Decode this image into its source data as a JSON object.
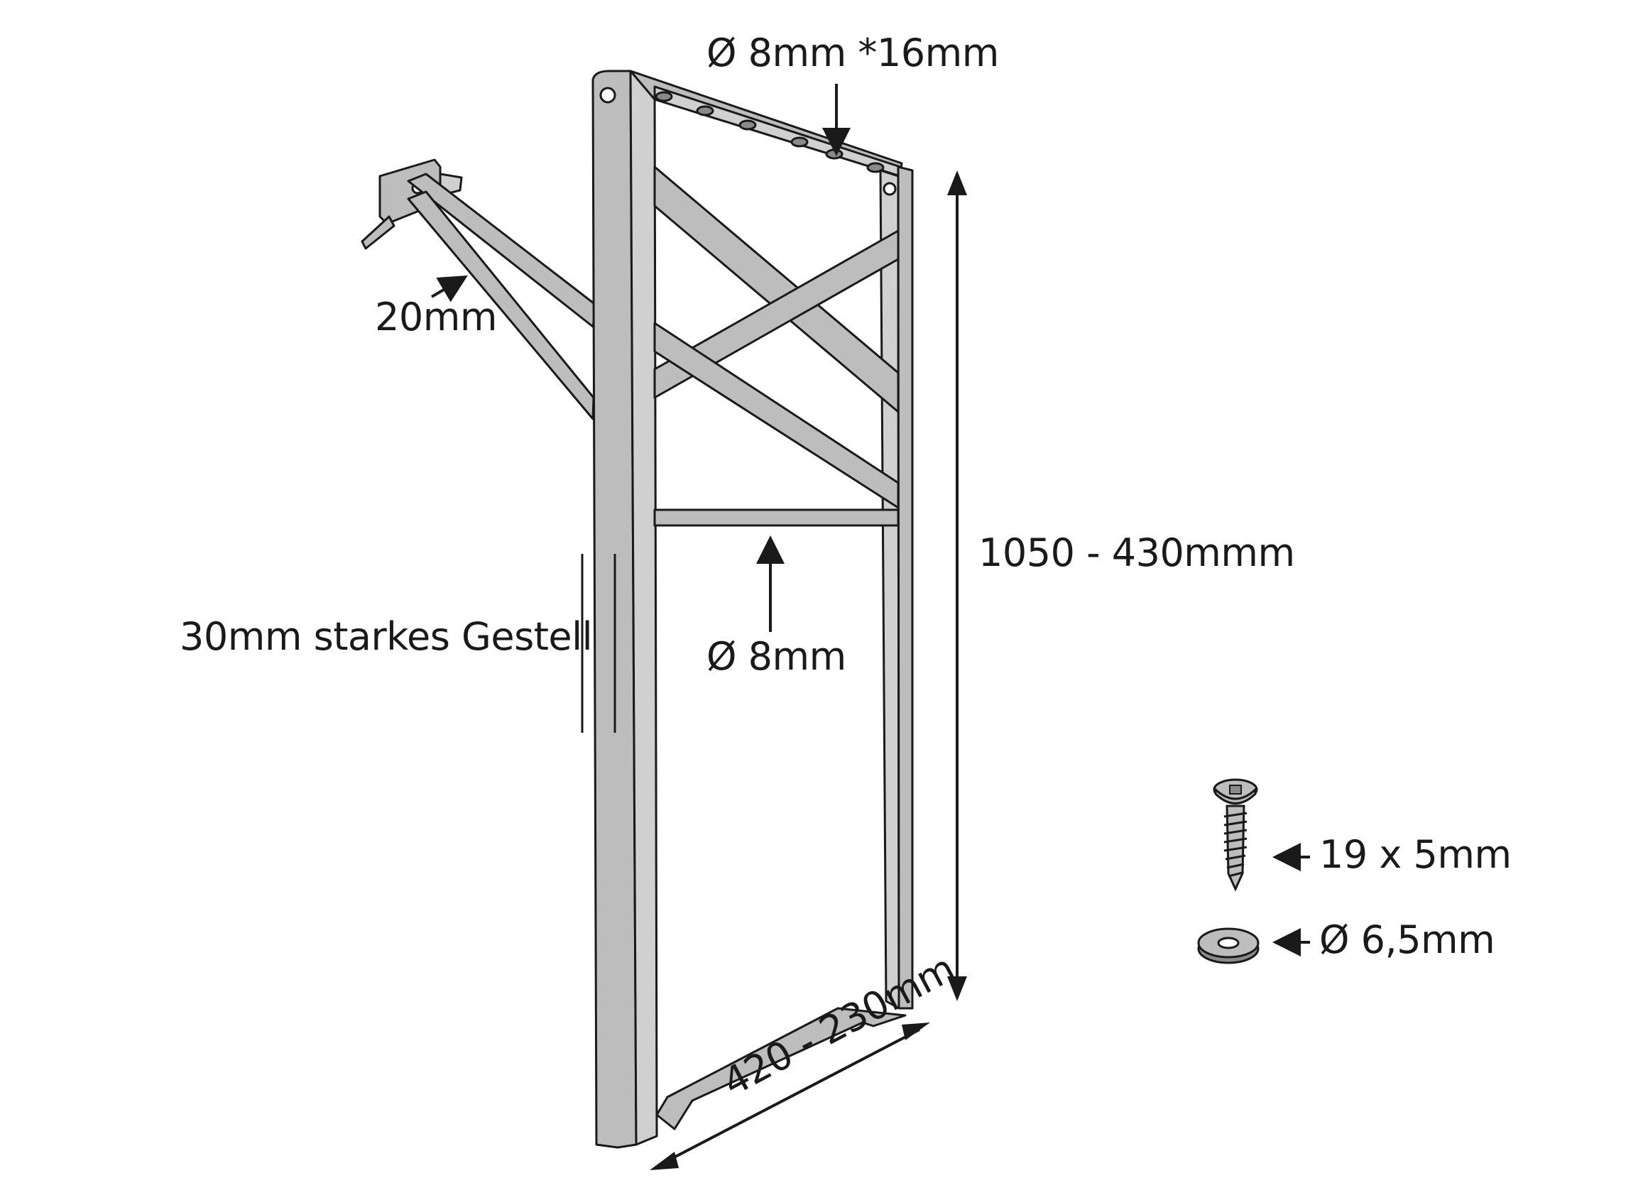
{
  "colors": {
    "frame_fill": "#bdbdbd",
    "frame_fill_light": "#d0d0d0",
    "frame_stroke": "#1a1a1a",
    "text": "#1a1a1a",
    "background": "#ffffff"
  },
  "labels": {
    "top_rail": "Ø 8mm *16mm",
    "hinge": "20mm",
    "height": "1050 - 430mmm",
    "frame_thickness": "30mm starkes Gestell",
    "crossbar": "Ø 8mm",
    "width": "420 - 230mm",
    "screw": "19 x 5mm",
    "washer": "Ø 6,5mm"
  },
  "icons": {
    "frame": "ladder-frame-icon",
    "bracket": "wall-bracket-icon",
    "screw": "screw-icon",
    "washer": "washer-icon"
  }
}
